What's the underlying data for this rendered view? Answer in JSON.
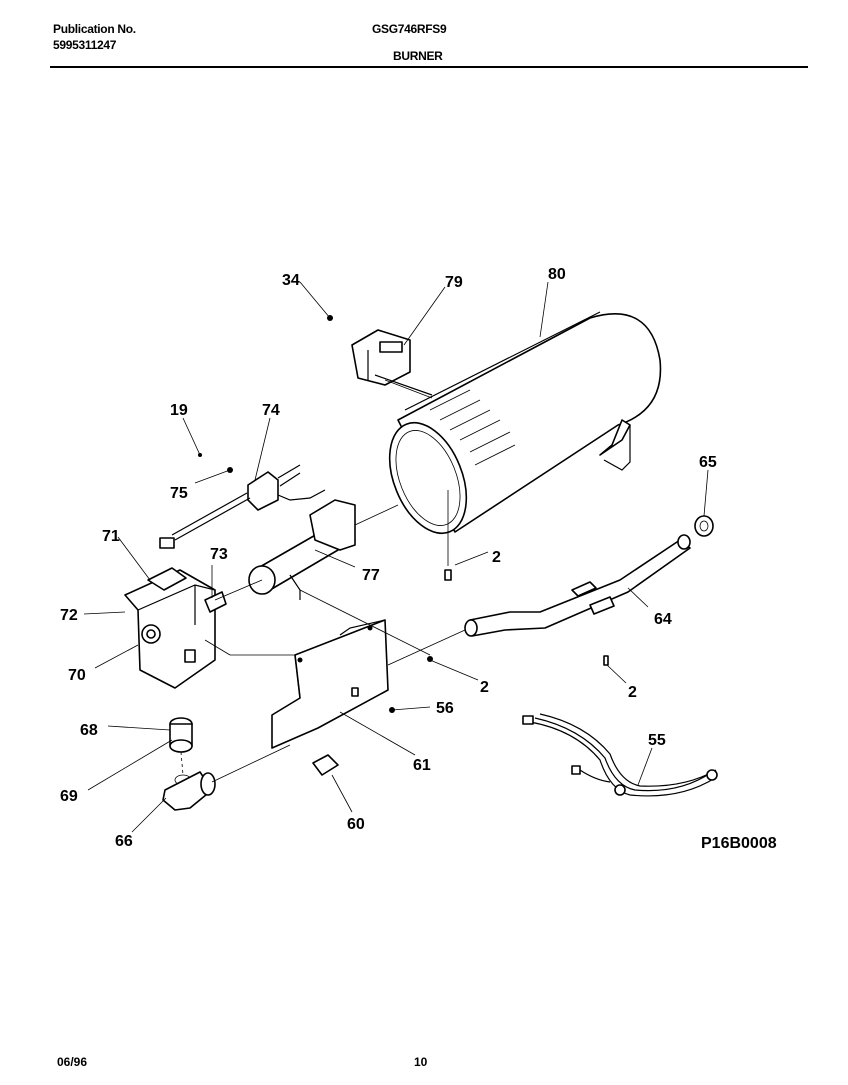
{
  "header": {
    "publication_label": "Publication No.",
    "publication_number": "5995311247",
    "model": "GSG746RFS9",
    "section": "BURNER"
  },
  "diagram": {
    "callouts": [
      "34",
      "79",
      "80",
      "19",
      "74",
      "75",
      "71",
      "73",
      "77",
      "2",
      "65",
      "72",
      "70",
      "2",
      "56",
      "64",
      "68",
      "2",
      "69",
      "61",
      "55",
      "66",
      "60"
    ],
    "reference_code": "P16B0008"
  },
  "footer": {
    "date": "06/96",
    "page": "10"
  }
}
